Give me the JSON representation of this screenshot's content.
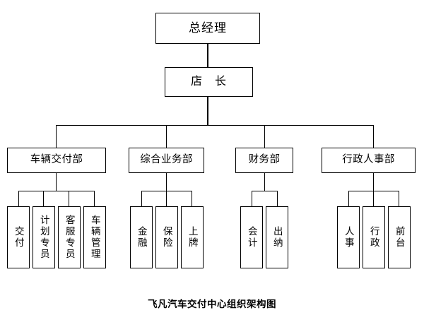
{
  "diagram": {
    "type": "org-chart",
    "caption": "飞凡汽车交付中心组织架构图",
    "colors": {
      "background": "#ffffff",
      "box_border": "#000000",
      "box_fill": "#ffffff",
      "connector": "#000000",
      "text": "#000000"
    },
    "levels": {
      "top": {
        "label": "总经理"
      },
      "second": {
        "label": "店　长"
      },
      "departments": [
        {
          "label": "车辆交付部"
        },
        {
          "label": "综合业务部"
        },
        {
          "label": "财务部"
        },
        {
          "label": "行政人事部"
        }
      ],
      "teams": {
        "vehicle_delivery": [
          {
            "label": "交付"
          },
          {
            "label": "计划专员"
          },
          {
            "label": "客服专员"
          },
          {
            "label": "车辆管理"
          }
        ],
        "comprehensive_business": [
          {
            "label": "金融"
          },
          {
            "label": "保险"
          },
          {
            "label": "上牌"
          }
        ],
        "finance": [
          {
            "label": "会计"
          },
          {
            "label": "出纳"
          }
        ],
        "admin_hr": [
          {
            "label": "人事"
          },
          {
            "label": "行政"
          },
          {
            "label": "前台"
          }
        ]
      }
    }
  }
}
